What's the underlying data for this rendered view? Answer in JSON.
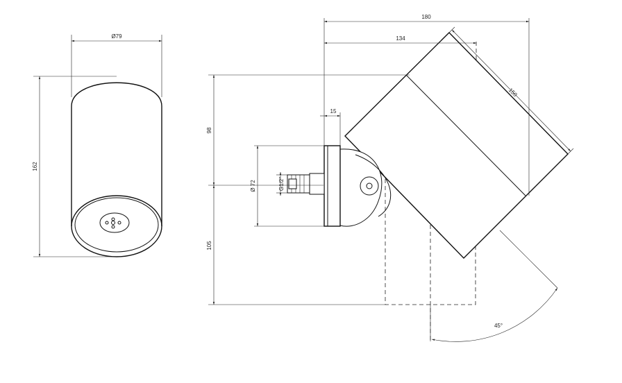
{
  "drawing": {
    "colors": {
      "line": "#111111",
      "background": "#ffffff"
    },
    "front_view": {
      "diameter_label": "Ø79",
      "height_label": "162"
    },
    "side_view": {
      "dim_total_width": "180",
      "dim_body_width": "134",
      "dim_head_length": "150",
      "dim_flange": "15",
      "dim_top_height": "98",
      "dim_bottom_height": "105",
      "dim_flange_diameter": "Ø 72",
      "dim_thread": "G1/2\"",
      "dim_angle": "45°"
    }
  }
}
